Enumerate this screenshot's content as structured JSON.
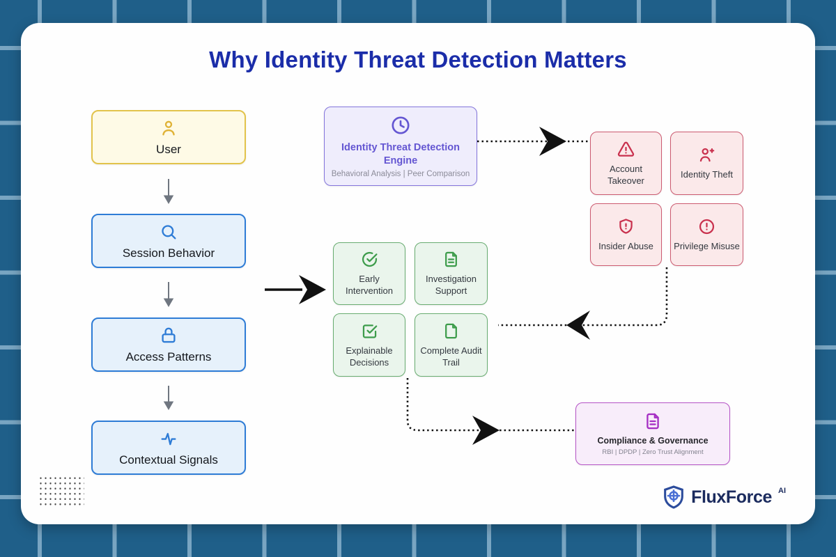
{
  "title": "Why Identity Threat Detection Matters",
  "flow": {
    "sources": [
      {
        "label": "User",
        "icon": "user-icon"
      },
      {
        "label": "Session Behavior",
        "icon": "search-icon"
      },
      {
        "label": "Access Patterns",
        "icon": "lock-icon"
      },
      {
        "label": "Contextual Signals",
        "icon": "activity-pulse-icon"
      }
    ],
    "engine": {
      "title": "Identity Threat Detection Engine",
      "subtitle": "Behavioral Analysis | Peer Comparison",
      "icon": "clock-icon"
    },
    "threats": [
      {
        "label": "Account Takeover",
        "icon": "alert-triangle-icon"
      },
      {
        "label": "Identity Theft",
        "icon": "user-plus-icon"
      },
      {
        "label": "Insider Abuse",
        "icon": "shield-alert-icon"
      },
      {
        "label": "Privilege Misuse",
        "icon": "alert-circle-icon"
      }
    ],
    "benefits": [
      {
        "label": "Early Intervention",
        "icon": "check-circle-icon"
      },
      {
        "label": "Investigation Support",
        "icon": "file-text-icon"
      },
      {
        "label": "Explainable Decisions",
        "icon": "check-square-icon"
      },
      {
        "label": "Complete Audit Trail",
        "icon": "file-icon"
      }
    ],
    "compliance": {
      "title": "Compliance & Governance",
      "subtitle": "RBI | DPDP | Zero Trust Alignment",
      "icon": "file-text-icon"
    }
  },
  "branding": {
    "name": "FluxForce",
    "suffix": "AI",
    "icon": "shield-logo-icon"
  },
  "colors": {
    "background": "#1F5F89",
    "grid_line": "#79A5C2",
    "card": "#FEFEFE",
    "title_text": "#1B2DA9",
    "yellow_bg": "#FEFAE6",
    "yellow_border": "#E2C34B",
    "yellow_icon": "#DFB236",
    "blue_bg": "#E6F1FB",
    "blue_border": "#2E7CD6",
    "blue_icon": "#2E7CD6",
    "purple_bg": "#EFEDFC",
    "purple_border": "#8374DB",
    "purple_text": "#6456D2",
    "red_bg": "#FBE9EA",
    "red_border": "#CC5A70",
    "red_icon": "#C9314E",
    "green_bg": "#EAF5EC",
    "green_border": "#68AC70",
    "green_icon": "#3D9C4B",
    "magenta_bg": "#F8EDFA",
    "magenta_border": "#B552C6",
    "magenta_icon": "#A62FC4",
    "arrow_black": "#111111",
    "arrow_gray": "#6F7680",
    "logo_navy": "#1B2B5E"
  }
}
